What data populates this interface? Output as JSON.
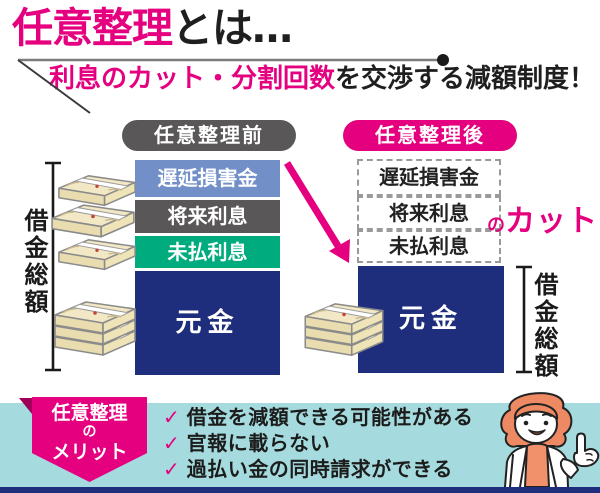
{
  "header": {
    "title_highlight": "任意整理",
    "title_rest": "とは…",
    "subtitle_highlight": "利息のカット・分割回数",
    "subtitle_rest": "を交渉する減額制度！"
  },
  "before": {
    "badge": "任意整理前",
    "axis_label": "借金総額",
    "segments": [
      {
        "label": "遅延損害金",
        "color": "#7290C7"
      },
      {
        "label": "将来利息",
        "color": "#595757"
      },
      {
        "label": "未払利息",
        "color": "#00AC7D"
      },
      {
        "label": "元金",
        "color": "#1E2D7C"
      }
    ]
  },
  "after": {
    "badge": "任意整理後",
    "axis_label": "借金総額",
    "cut_items": [
      {
        "label": "遅延損害金"
      },
      {
        "label": "将来利息"
      },
      {
        "label": "未払利息"
      }
    ],
    "cut_particle": "の",
    "cut_word": "カット",
    "principal": "元金"
  },
  "merits": {
    "ribbon_line1": "任意整理",
    "ribbon_line2": "の",
    "ribbon_line3": "メリット",
    "check_glyph": "✓",
    "items": [
      "借金を減額できる可能性がある",
      "官報に載らない",
      "過払い金の同時請求ができる"
    ]
  },
  "colors": {
    "accent_pink": "#E4007F",
    "fold_pink": "#9E0059",
    "navy": "#1E2D7C",
    "segment_blue": "#7290C7",
    "segment_gray": "#595757",
    "segment_green": "#00AC7D",
    "banner_cyan": "#A5DBDE"
  }
}
